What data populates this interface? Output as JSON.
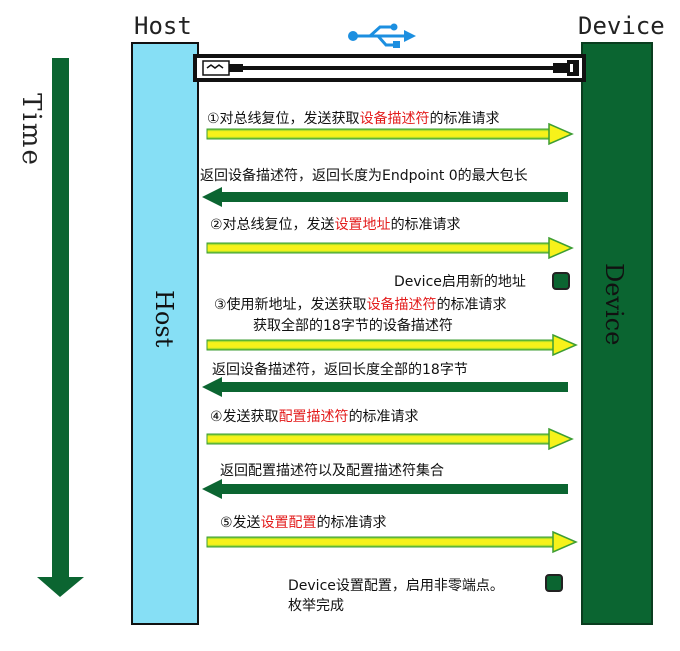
{
  "labels": {
    "host_top": "Host",
    "device_top": "Device",
    "time": "Time",
    "host_vertical": "Host",
    "device_vertical": "Device"
  },
  "icons": {
    "usb": "usb-icon",
    "cable": "usb-cable-icon"
  },
  "colors": {
    "host": "#86dff5",
    "device": "#0b6531",
    "arrow_yellow": "#f7f21a",
    "arrow_green": "#4fbf3e",
    "arrow_dark": "#0b6531",
    "highlight": "#e31d1d",
    "usb_blue": "#1c8fe0"
  },
  "steps": {
    "s1": {
      "pre": "①对总线复位，发送获取",
      "hl": "设备描述符",
      "post": "的标准请求"
    },
    "r1": {
      "text": "返回设备描述符，返回长度为Endpoint 0的最大包长"
    },
    "s2": {
      "pre": "②对总线复位，发送",
      "hl": "设置地址",
      "post": "的标准请求"
    },
    "d1": {
      "text": "Device启用新的地址"
    },
    "s3": {
      "pre": "③使用新地址，发送获取",
      "hl": "设备描述符",
      "post": "的标准请求",
      "line2": "获取全部的18字节的设备描述符"
    },
    "r2": {
      "text": "返回设备描述符，返回长度全部的18字节"
    },
    "s4": {
      "pre": "④发送获取",
      "hl": "配置描述符",
      "post": "的标准请求"
    },
    "r3": {
      "text": "返回配置描述符以及配置描述符集合"
    },
    "s5": {
      "pre": "⑤发送",
      "hl": "设置配置",
      "post": "的标准请求"
    },
    "d2": {
      "text": "Device设置配置，启用非零端点。",
      "line2": "枚举完成"
    }
  }
}
